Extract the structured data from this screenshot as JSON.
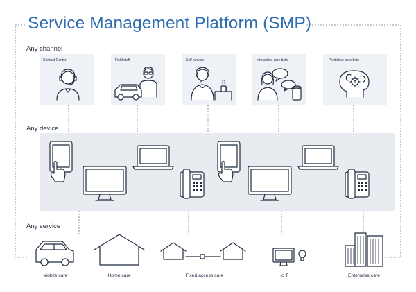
{
  "title": "Service Management Platform (SMP)",
  "sections": {
    "channel": "Any channel",
    "device": "Any device",
    "service": "Any service"
  },
  "channels": [
    {
      "label": "Contact Center",
      "icon": "headset-agent-icon"
    },
    {
      "label": "Field staff",
      "icon": "field-technician-van-icon"
    },
    {
      "label": "Self-service",
      "icon": "self-service-person-icon"
    },
    {
      "label": "Interactive care bots",
      "icon": "chat-bot-icon"
    },
    {
      "label": "Predictive care bots",
      "icon": "predictive-brain-icon"
    }
  ],
  "devices": [
    "tablet-touch-icon",
    "monitor-icon",
    "laptop-icon",
    "desk-phone-icon"
  ],
  "services": [
    {
      "label": "Mobile care",
      "icon": "car-icon"
    },
    {
      "label": "Home care",
      "icon": "house-icon"
    },
    {
      "label": "Fixed access care",
      "icon": "connected-houses-icon"
    },
    {
      "label": "Io T",
      "icon": "iot-monitor-bulb-icon"
    },
    {
      "label": "Enterprise care",
      "icon": "office-buildings-icon"
    }
  ],
  "colors": {
    "title": "#2f6db0",
    "band": "#e8ecf1",
    "box": "#eef1f5",
    "line": "#1e2a3c"
  }
}
